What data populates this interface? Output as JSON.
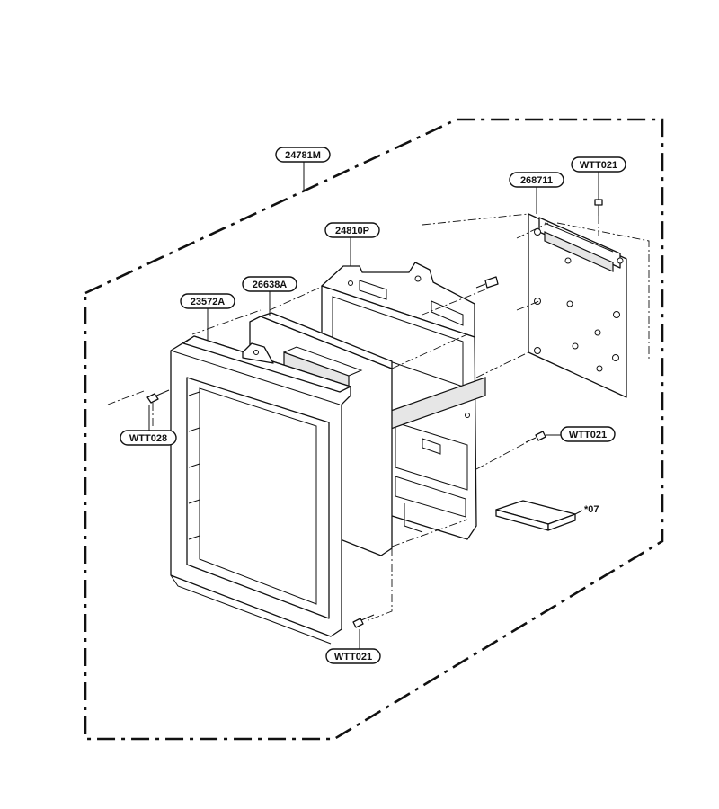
{
  "callouts": {
    "assembly": "24781M",
    "control_board": "268711",
    "screw_board": "WTT021",
    "bracket": "24810P",
    "panel": "26638A",
    "frame": "23572A",
    "screw_left": "WTT028",
    "screw_right": "WTT021",
    "screw_bottom": "WTT021",
    "manual": "*07"
  }
}
